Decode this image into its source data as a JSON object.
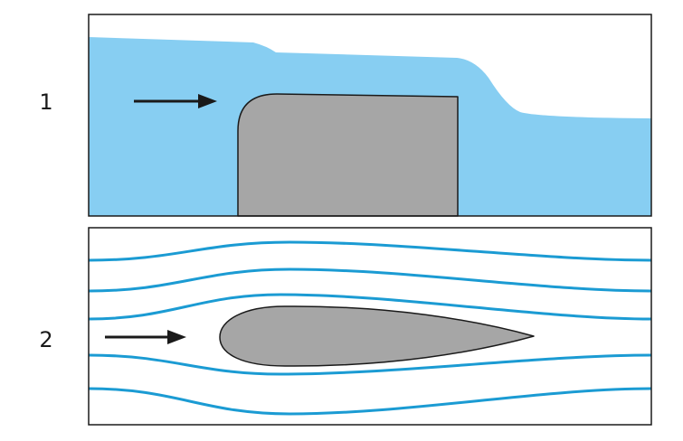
{
  "panels": [
    {
      "label": "1"
    },
    {
      "label": "2"
    }
  ],
  "colors": {
    "water": "#87cef2",
    "streamline": "#1b9bd3",
    "obstacle_fill": "#a6a6a6",
    "outline": "#1a1a1a",
    "arrow": "#1a1a1a"
  },
  "icons": {
    "flow_arrow": "flow-direction-arrow-icon",
    "obstacle": "rectangular-block-obstacle",
    "airfoil": "teardrop-airfoil-shape"
  }
}
